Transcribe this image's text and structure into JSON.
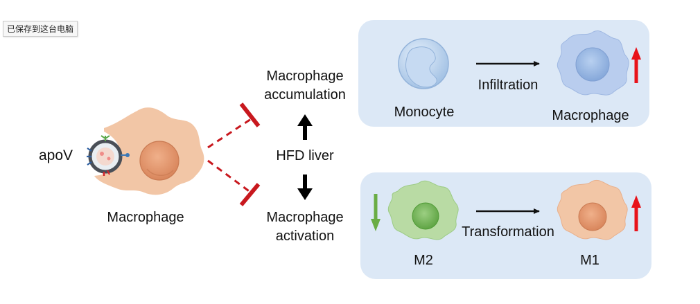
{
  "tooltip": "已保存到这台电脑",
  "left": {
    "apov_label": "apoV",
    "cell_label": "Macrophage"
  },
  "center": {
    "top_line1": "Macrophage",
    "top_line2": "accumulation",
    "middle": "HFD liver",
    "bottom_line1": "Macrophage",
    "bottom_line2": "activation"
  },
  "top_panel": {
    "from_label": "Monocyte",
    "arrow_label": "Infiltration",
    "to_label": "Macrophage",
    "change": "increase"
  },
  "bottom_panel": {
    "from_label": "M2",
    "from_change": "decrease",
    "arrow_label": "Transformation",
    "to_label": "M1",
    "to_change": "increase"
  },
  "colors": {
    "panel_bg": "#dce8f6",
    "macrophage_body": "#f2c6a6",
    "macrophage_nucleus": "#e49a72",
    "monocyte": "#b8d0ec",
    "m2_body": "#b9dba4",
    "m2_nucleus": "#7fbc63",
    "inhibit_red": "#c8181e",
    "up_arrow": "#e8121a",
    "down_arrow": "#6aad45"
  }
}
